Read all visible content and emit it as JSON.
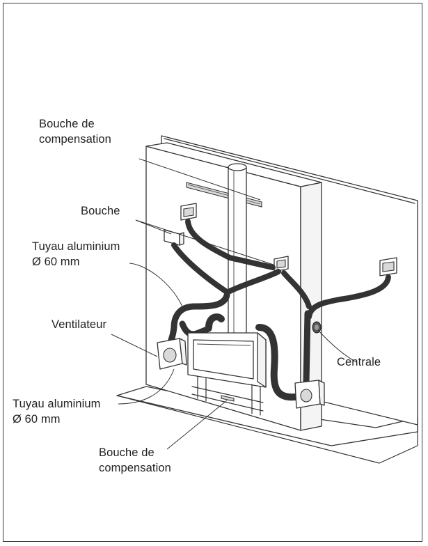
{
  "labels": {
    "bouche_compensation_top_line1": "Bouche de",
    "bouche_compensation_top_line2": "compensation",
    "bouche": "Bouche",
    "tuyau_top_line1": "Tuyau aluminium",
    "tuyau_top_line2": "Ø 60 mm",
    "ventilateur": "Ventilateur",
    "centrale": "Centrale",
    "tuyau_bottom_line1": "Tuyau aluminium",
    "tuyau_bottom_line2": "Ø 60 mm",
    "bouche_compensation_bottom_line1": "Bouche de",
    "bouche_compensation_bottom_line2": "compensation"
  },
  "colors": {
    "line": "#333333",
    "text": "#222222",
    "shade": "#d9d9d9"
  }
}
